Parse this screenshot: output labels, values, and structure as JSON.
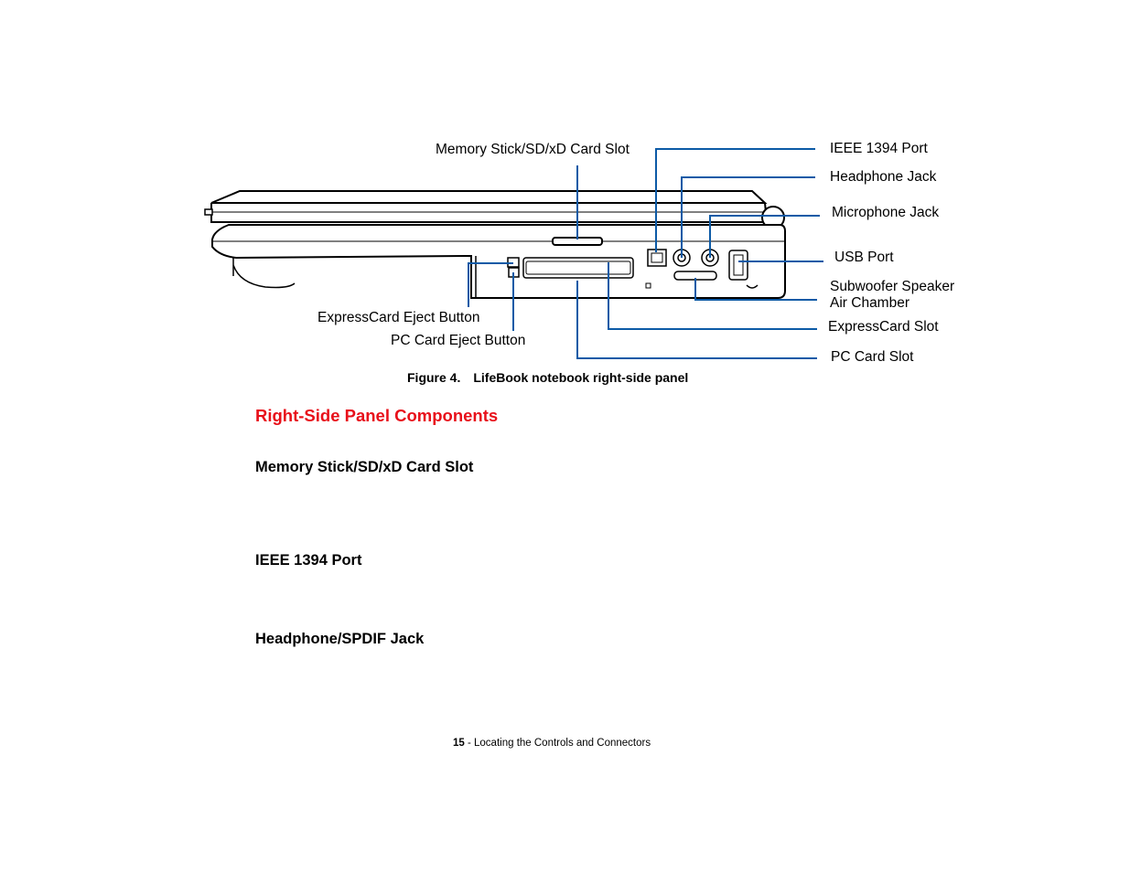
{
  "figure": {
    "callouts": {
      "memory_stick": "Memory Stick/SD/xD Card Slot",
      "ieee_1394": "IEEE 1394 Port",
      "headphone": "Headphone Jack",
      "microphone": "Microphone Jack",
      "usb": "USB Port",
      "subwoofer_line1": "Subwoofer Speaker",
      "subwoofer_line2": "Air Chamber",
      "expresscard_slot": "ExpressCard Slot",
      "pc_card_slot": "PC Card Slot",
      "expresscard_eject": "ExpressCard Eject Button",
      "pc_card_eject": "PC Card Eject Button"
    },
    "caption_number": "Figure 4.",
    "caption_text": "LifeBook notebook right-side panel",
    "line_color": "#0c5aa6"
  },
  "section": {
    "title": "Right-Side Panel Components",
    "title_color": "#e8101a",
    "headings": [
      "Memory Stick/SD/xD Card Slot",
      "IEEE 1394 Port",
      "Headphone/SPDIF Jack"
    ]
  },
  "footer": {
    "page_number": "15",
    "text": " - Locating the Controls and Connectors"
  }
}
